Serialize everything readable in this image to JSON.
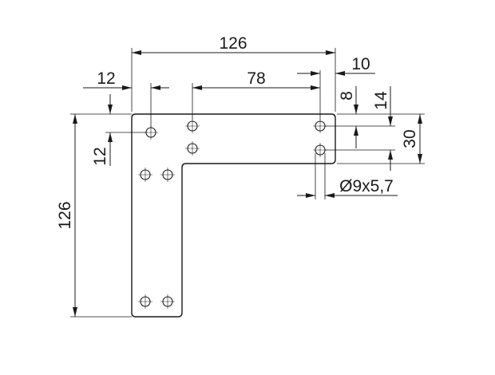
{
  "drawing": {
    "dimensions": {
      "overall_width": "126",
      "overall_height": "126",
      "hole_span_top": "78",
      "edge_offset_right": "10",
      "edge_offset_left": "12",
      "edge_offset_top_left": "12",
      "hole_offset_top": "8",
      "arm_depth_offset": "14",
      "arm_width": "30",
      "hole_spec": "Ø9x5,7"
    }
  }
}
